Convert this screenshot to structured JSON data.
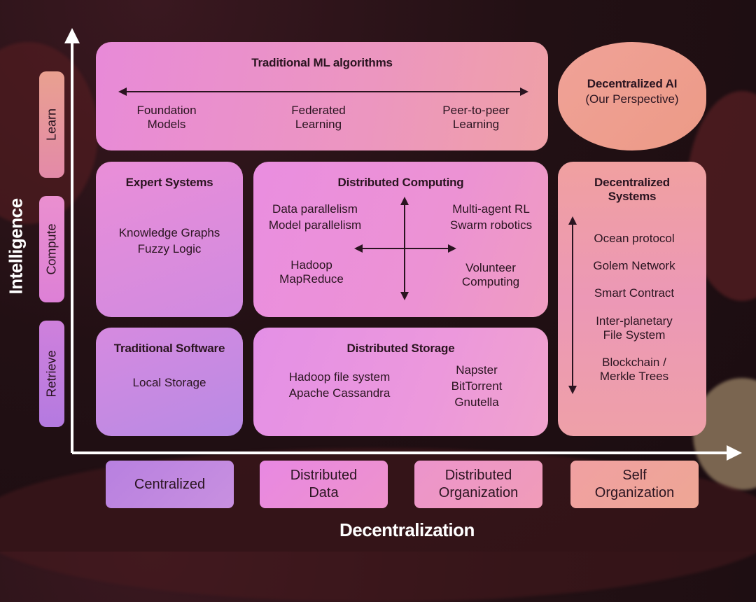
{
  "axes": {
    "y_label": "Intelligence",
    "x_label": "Decentralization"
  },
  "rows": [
    "Learn",
    "Compute",
    "Retrieve"
  ],
  "columns": [
    "Centralized",
    "Distributed\nData",
    "Distributed\nOrganization",
    "Self\nOrganization"
  ],
  "learn_box": {
    "title": "Traditional ML algorithms",
    "items": [
      "Foundation\nModels",
      "Federated\nLearning",
      "Peer-to-peer\nLearning"
    ]
  },
  "decentralized_ai": {
    "title": "Decentralized AI",
    "subtitle": "(Our Perspective)"
  },
  "expert_systems": {
    "title": "Expert Systems",
    "items": [
      "Knowledge Graphs",
      "Fuzzy Logic"
    ]
  },
  "distributed_computing": {
    "title": "Distributed Computing",
    "top_left": "Data parallelism\nModel parallelism",
    "top_right": "Multi-agent RL\nSwarm robotics",
    "bottom_left": "Hadoop\nMapReduce",
    "bottom_right": "Volunteer\nComputing"
  },
  "decentralized_systems": {
    "title": "Decentralized\nSystems",
    "items": [
      "Ocean protocol",
      "Golem Network",
      "Smart Contract",
      "Inter-planetary\nFile System",
      "Blockchain /\nMerkle Trees"
    ]
  },
  "traditional_software": {
    "title": "Traditional Software",
    "items": [
      "Local Storage"
    ]
  },
  "distributed_storage": {
    "title": "Distributed Storage",
    "left": "Hadoop file system\nApache Cassandra",
    "right": "Napster\nBitTorrent\nGnutella"
  }
}
